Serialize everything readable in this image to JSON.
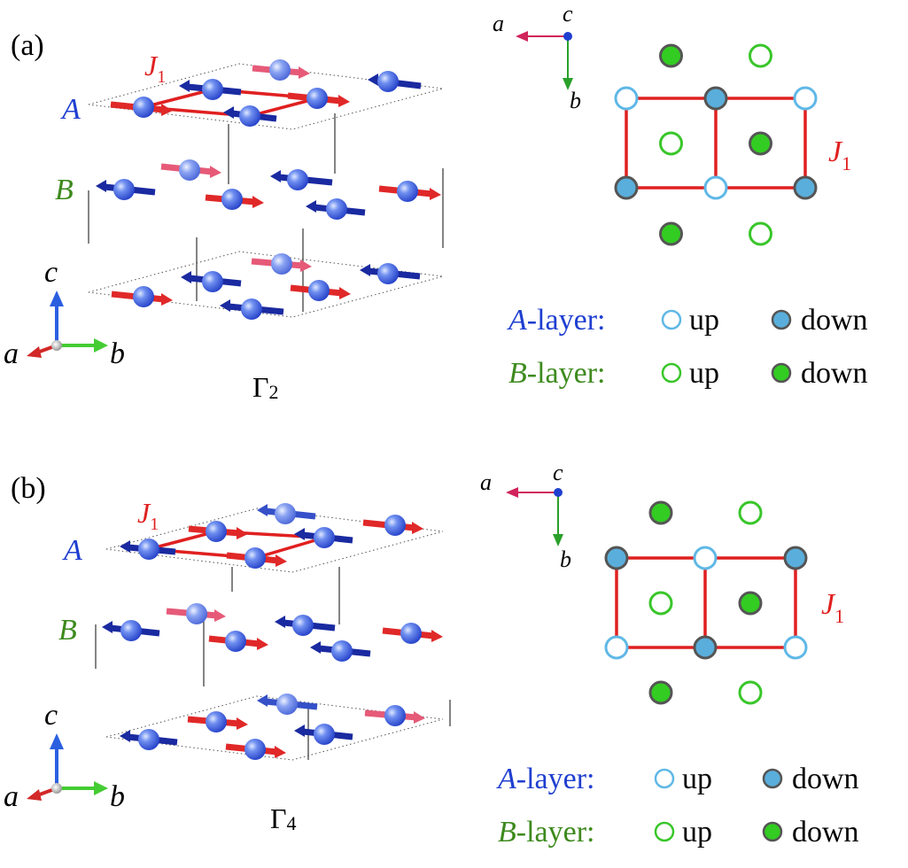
{
  "colors": {
    "red": "#e02020",
    "blue": "#1f3fd0",
    "green": "#3e8a1e",
    "a_layer_fill": "#5aaedb",
    "a_layer_edge": "#5fb8e6",
    "b_layer_fill": "#33cc22",
    "b_layer_edge": "#39c62a",
    "dark_edge": "#555555",
    "atom": "#3a5fe0",
    "spin_red": "#e02828",
    "spin_navy": "#1a2aa0"
  },
  "panels": [
    {
      "id": "a",
      "label": "(a)",
      "irrep": "Γ",
      "irrep_sub": "2",
      "coupling": "J",
      "coupling_sub": "1",
      "layer_a": "A",
      "layer_b": "B",
      "axes_3d": {
        "a": "a",
        "b": "b",
        "c": "c"
      },
      "axes_2d": {
        "a": "a",
        "b": "b",
        "c": "c"
      },
      "legend": [
        {
          "layer_letter": "A",
          "layer_suffix": "-layer:",
          "up": "up",
          "down": "down"
        },
        {
          "layer_letter": "B",
          "layer_suffix": "-layer:",
          "up": "up",
          "down": "down"
        }
      ],
      "grid": {
        "a_corners": [
          "up",
          "down",
          "up",
          "down",
          "up",
          "down"
        ],
        "b_top": [
          "down",
          "up"
        ],
        "b_middle": [
          "up",
          "down"
        ],
        "b_bottom": [
          "down",
          "up"
        ]
      }
    },
    {
      "id": "b",
      "label": "(b)",
      "irrep": "Γ",
      "irrep_sub": "4",
      "coupling": "J",
      "coupling_sub": "1",
      "layer_a": "A",
      "layer_b": "B",
      "axes_3d": {
        "a": "a",
        "b": "b",
        "c": "c"
      },
      "axes_2d": {
        "a": "a",
        "b": "b",
        "c": "c"
      },
      "legend": [
        {
          "layer_letter": "A",
          "layer_suffix": "-layer:",
          "up": "up",
          "down": "down"
        },
        {
          "layer_letter": "B",
          "layer_suffix": "-layer:",
          "up": "up",
          "down": "down"
        }
      ],
      "grid": {
        "a_corners": [
          "down",
          "up",
          "down",
          "up",
          "down",
          "up"
        ],
        "b_top": [
          "down",
          "up"
        ],
        "b_middle": [
          "up",
          "down"
        ],
        "b_bottom": [
          "down",
          "up"
        ]
      }
    }
  ]
}
